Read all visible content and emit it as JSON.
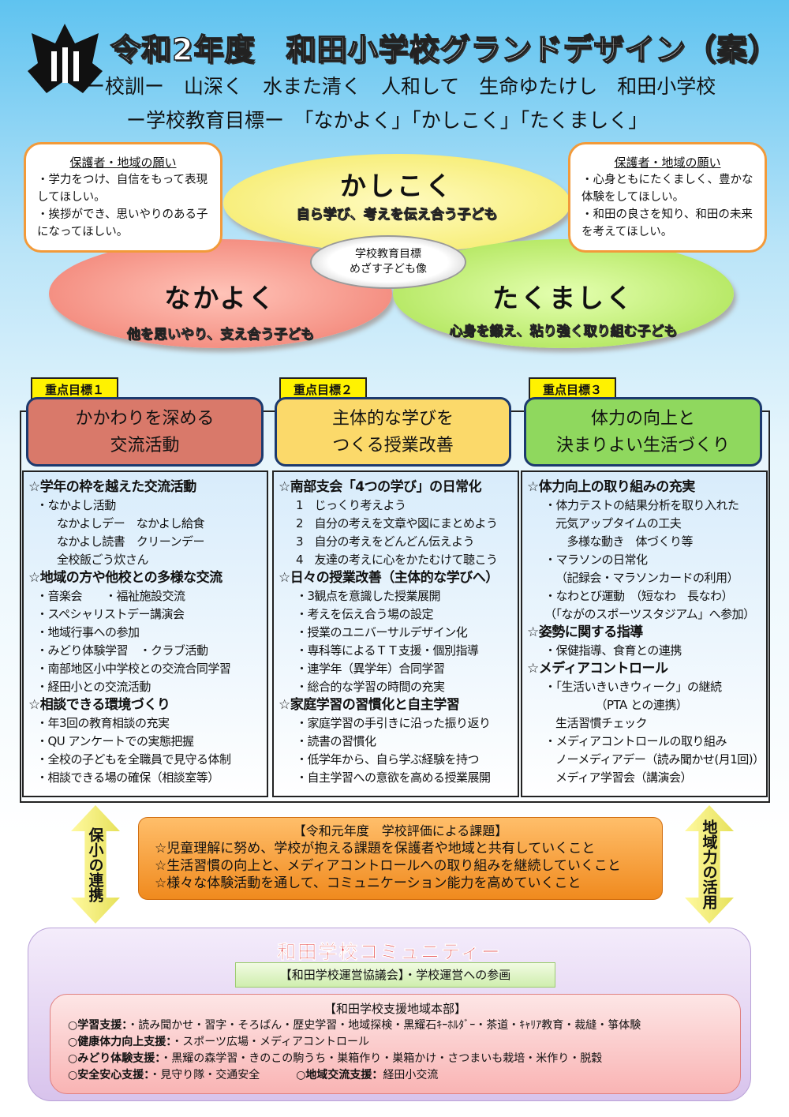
{
  "header": {
    "title": "令和2年度　和田小学校グランドデザイン（案）",
    "motto": "ー校訓ー　山深く　水また清く　人和して　生命ゆたけし　和田小学校",
    "goals": "ー学校教育目標ー　「なかよく」「かしこく」「たくましく」"
  },
  "wishes": [
    {
      "title": "保護者・地域の願い",
      "lines": [
        "・学力をつけ、自信をもって表現してほしい。",
        "・挨拶ができ、思いやりのある子になってほしい。"
      ]
    },
    {
      "title": "保護者・地域の願い",
      "lines": [
        "・心身ともにたくましく、豊かな体験をしてほしい。",
        "・和田の良さを知り、和田の未来を考えてほしい。"
      ]
    }
  ],
  "ovals": {
    "center": "学校教育目標\nめざす子ども像",
    "kashikoku": {
      "title": "かしこく",
      "sub": "自ら学び、考えを伝え合う子ども"
    },
    "nakayoku": {
      "title": "なかよく",
      "sub": "他を思いやり、支え合う子ども"
    },
    "takumashiku": {
      "title": "たくましく",
      "sub": "心身を鍛え、粘り強く取り組む子ども"
    }
  },
  "columns": [
    {
      "tag": "重点目標１",
      "heading1": "かかわりを深める",
      "heading2": "交流活動",
      "items": [
        {
          "t": "h",
          "x": "☆学年の枠を越えた交流活動"
        },
        {
          "t": "i1",
          "x": "・なかよし活動"
        },
        {
          "t": "i2",
          "x": "なかよしデー　なかよし給食"
        },
        {
          "t": "i2",
          "x": "なかよし読書　クリーンデー"
        },
        {
          "t": "i2",
          "x": "全校飯ごう炊さん"
        },
        {
          "t": "h",
          "x": "☆地域の方や他校との多様な交流"
        },
        {
          "t": "i1",
          "x": "・音楽会　　・福祉施設交流"
        },
        {
          "t": "i1",
          "x": "・スペシャリストデー講演会"
        },
        {
          "t": "i1",
          "x": "・地域行事への参加"
        },
        {
          "t": "i1",
          "x": "・みどり体験学習　・クラブ活動"
        },
        {
          "t": "i1",
          "x": "・南部地区小中学校との交流合同学習"
        },
        {
          "t": "i1",
          "x": "・経田小との交流活動"
        },
        {
          "t": "h",
          "x": "☆相談できる環境づくり"
        },
        {
          "t": "i1",
          "x": "・年3回の教育相談の充実"
        },
        {
          "t": "i1",
          "x": "・QU アンケートでの実態把握"
        },
        {
          "t": "i1",
          "x": "・全校の子どもを全職員で見守る体制"
        },
        {
          "t": "i1",
          "x": "・相談できる場の確保（相談室等）"
        }
      ]
    },
    {
      "tag": "重点目標２",
      "heading1": "主体的な学びを",
      "heading2": "つくる授業改善",
      "items": [
        {
          "t": "h",
          "x": "☆南部支会「4つの学び」の日常化"
        },
        {
          "t": "i3",
          "x": "1　じっくり考えよう"
        },
        {
          "t": "i3",
          "x": "2　自分の考えを文章や図にまとめよう"
        },
        {
          "t": "i3",
          "x": "3　自分の考えをどんどん伝えよう"
        },
        {
          "t": "i3",
          "x": "4　友達の考えに心をかたむけて聴こう"
        },
        {
          "t": "h",
          "x": "☆日々の授業改善（主体的な学びへ）"
        },
        {
          "t": "i3",
          "x": "・3観点を意識した授業展開"
        },
        {
          "t": "i3",
          "x": "・考えを伝え合う場の設定"
        },
        {
          "t": "i3",
          "x": "・授業のユニバーサルデザイン化"
        },
        {
          "t": "i3",
          "x": "・専科等によるＴＴ支援・個別指導"
        },
        {
          "t": "i3",
          "x": "・連学年（異学年）合同学習"
        },
        {
          "t": "i3",
          "x": "・総合的な学習の時間の充実"
        },
        {
          "t": "h",
          "x": "☆家庭学習の習慣化と自主学習"
        },
        {
          "t": "i3",
          "x": "・家庭学習の手引きに沿った振り返り"
        },
        {
          "t": "i3",
          "x": "・読書の習慣化"
        },
        {
          "t": "i3",
          "x": "・低学年から、自ら学ぶ経験を持つ"
        },
        {
          "t": "i3",
          "x": "・自主学習への意欲を高める授業展開"
        }
      ]
    },
    {
      "tag": "重点目標３",
      "heading1": "体力の向上と",
      "heading2": "決まりよい生活づくり",
      "items": [
        {
          "t": "h",
          "x": "☆体力向上の取り組みの充実"
        },
        {
          "t": "i3",
          "x": "・体力テストの結果分析を取り入れた"
        },
        {
          "t": "i2",
          "x": "元気アップタイムの工夫"
        },
        {
          "t": "i2",
          "x": "　多様な動き　体づくり等"
        },
        {
          "t": "i3",
          "x": "・マラソンの日常化"
        },
        {
          "t": "i2",
          "x": "（記録会・マラソンカードの利用）"
        },
        {
          "t": "i3",
          "x": "・なわとび運動　（短なわ　長なわ）"
        },
        {
          "t": "i3",
          "x": "（「ながのスポーツスタジアム」へ参加）"
        },
        {
          "t": "h",
          "x": "☆姿勢に関する指導"
        },
        {
          "t": "i3",
          "x": "・保健指導、食育との連携"
        },
        {
          "t": "h",
          "x": "☆メディアコントロール"
        },
        {
          "t": "i3",
          "x": "・「生活いきいきウィーク」の継続"
        },
        {
          "t": "i2",
          "x": "　　　　（PTA との連携）"
        },
        {
          "t": "i2",
          "x": "生活習慣チェック"
        },
        {
          "t": "i3",
          "x": "・メディアコントロールの取り組み"
        },
        {
          "t": "i2",
          "x": "ノーメディアデー（読み聞かせ(月1回)）"
        },
        {
          "t": "i2",
          "x": "メディア学習会（講演会）"
        }
      ]
    }
  ],
  "arrows": {
    "left": "保小の連携",
    "right": "地域力の活用"
  },
  "issues": {
    "title": "【令和元年度　学校評価による課題】",
    "lines": [
      "☆児童理解に努め、学校が抱える課題を保護者や地域と共有していくこと",
      "☆生活習慣の向上と、メディアコントロールへの取り組みを継続していくこと",
      "☆様々な体験活動を通して、コミュニケーション能力を高めていくこと"
    ]
  },
  "community": {
    "title": "和田学校コミュニティー",
    "council": "【和田学校運営協議会】・学校運営への参画",
    "support_title": "【和田学校支援地域本部】",
    "rows": [
      {
        "label": "○学習支援：",
        "text": "・読み聞かせ・習字・そろばん・歴史学習・地域探検・黒耀石ｷｰﾎﾙﾀﾞｰ・茶道・ｷｬﾘｱ教育・裁縫・箏体験"
      },
      {
        "label": "○健康体力向上支援：",
        "text": "・スポーツ広場・メディアコントロール"
      },
      {
        "label": "○みどり体験支援：",
        "text": "・黒耀の森学習・きのこの駒うち・巣箱作り・巣箱かけ・さつまいも栽培・米作り・脱穀"
      },
      {
        "label": "○安全安心支援：",
        "text": "・見守り隊・交通安全",
        "label2": "○地域交流支援：",
        "text2": "経田小交流"
      }
    ]
  },
  "colors": {
    "nakayoku": "#f4847a",
    "kashikoku": "#fdf48a",
    "takumashiku": "#b5ea5a",
    "col1": "#d9796a",
    "col2": "#fbd96a",
    "col3": "#8fd85e"
  }
}
